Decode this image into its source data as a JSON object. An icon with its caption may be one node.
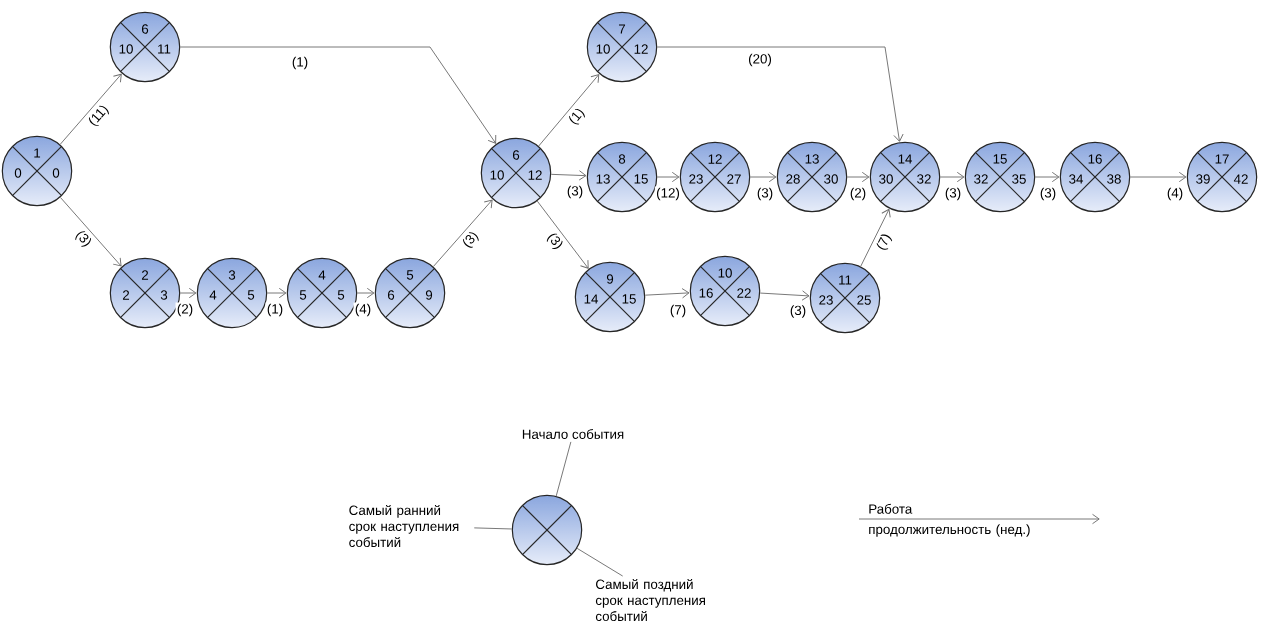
{
  "diagram": {
    "nodes": [
      {
        "text": [
          "1",
          "0",
          "0"
        ]
      },
      {
        "text": [
          "6",
          "10",
          "11"
        ]
      },
      {
        "text": [
          "2",
          "2",
          "3"
        ]
      },
      {
        "text": [
          "3",
          "4",
          "5"
        ]
      },
      {
        "text": [
          "4",
          "5",
          "5"
        ]
      },
      {
        "text": [
          "5",
          "6",
          "9"
        ]
      },
      {
        "text": [
          "6",
          "10",
          "12"
        ]
      },
      {
        "text": [
          "7",
          "10",
          "12"
        ]
      },
      {
        "text": [
          "8",
          "13",
          "15"
        ]
      },
      {
        "text": [
          "9",
          "14",
          "15"
        ]
      },
      {
        "text": [
          "10",
          "16",
          "22"
        ]
      },
      {
        "text": [
          "11",
          "23",
          "25"
        ]
      },
      {
        "text": [
          "12",
          "23",
          "27"
        ]
      },
      {
        "text": [
          "13",
          "28",
          "30"
        ]
      },
      {
        "text": [
          "14",
          "30",
          "32"
        ]
      },
      {
        "text": [
          "15",
          "32",
          "35"
        ]
      },
      {
        "text": [
          "16",
          "34",
          "38"
        ]
      },
      {
        "text": [
          "17",
          "39",
          "42"
        ]
      },
      {
        "text": [],
        "shape": "circle"
      },
      {
        "text": [
          "Начало события"
        ]
      },
      {
        "text": [
          "Самый ранний срок наступления событий"
        ]
      },
      {
        "text": [
          "Самый поздний срок наступления событий"
        ]
      }
    ],
    "edges": [
      {
        "from": 0,
        "to": 1,
        "arrow": "to",
        "label": "(11)"
      },
      {
        "from": 0,
        "to": 2,
        "arrow": "to",
        "label": "(3)"
      },
      {
        "from": 1,
        "to": 6,
        "arrow": "to",
        "label": "(1)"
      },
      {
        "from": 2,
        "to": 3,
        "arrow": "to",
        "label": "(2)"
      },
      {
        "from": 3,
        "to": 4,
        "arrow": "to",
        "label": "(1)"
      },
      {
        "from": 4,
        "to": 5,
        "arrow": "to",
        "label": "(4)"
      },
      {
        "from": 5,
        "to": 6,
        "arrow": "to",
        "label": "(3)"
      },
      {
        "from": 6,
        "to": 7,
        "arrow": "to",
        "label": "(1)"
      },
      {
        "from": 6,
        "to": 8,
        "arrow": "to",
        "label": "(3)"
      },
      {
        "from": 6,
        "to": 9,
        "arrow": "to",
        "label": "(3)"
      },
      {
        "from": 8,
        "to": 12,
        "arrow": "to",
        "label": "(12)"
      },
      {
        "from": 12,
        "to": 13,
        "arrow": "to",
        "label": "(3)"
      },
      {
        "from": 13,
        "to": 14,
        "arrow": "to",
        "label": "(2)"
      },
      {
        "from": 7,
        "to": 14,
        "arrow": "to",
        "label": "(20)"
      },
      {
        "from": 9,
        "to": 10,
        "arrow": "to",
        "label": "(7)"
      },
      {
        "from": 10,
        "to": 11,
        "arrow": "to",
        "label": "(3)"
      },
      {
        "from": 11,
        "to": 14,
        "arrow": "to",
        "label": "(7)"
      },
      {
        "from": 14,
        "to": 15,
        "arrow": "to",
        "label": "(3)"
      },
      {
        "from": 15,
        "to": 16,
        "arrow": "to",
        "label": "(3)"
      },
      {
        "from": 16,
        "to": 17,
        "arrow": "to",
        "label": "(4)"
      },
      {
        "from": 19,
        "to": 18,
        "arrow": "none"
      },
      {
        "from": 20,
        "to": 18,
        "arrow": "none"
      },
      {
        "from": 21,
        "to": 18,
        "arrow": "none"
      }
    ],
    "labels": [
      "продолжительность (нед.)"
    ],
    "legend": [
      {
        "text": "Работа"
      }
    ]
  }
}
